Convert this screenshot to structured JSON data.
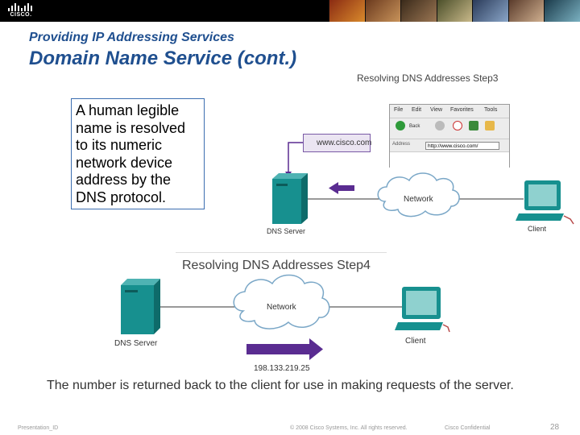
{
  "header": {
    "logo_text": "CISCO."
  },
  "slide": {
    "subtitle": "Providing IP Addressing Services",
    "title": "Domain Name Service (cont.)",
    "description": "A human legible name is resolved to its numeric network device address by the DNS protocol."
  },
  "step3": {
    "title": "Resolving DNS Addresses Step3",
    "query": "www.cisco.com",
    "network_label": "Network",
    "server_label": "DNS Server",
    "client_label": "Client",
    "browser": {
      "menu": [
        "File",
        "Edit",
        "View",
        "Favorites",
        "Tools"
      ],
      "back_label": "Back",
      "address_label": "Address",
      "address_value": "http://www.cisco.com/"
    }
  },
  "step4": {
    "title": "Resolving DNS Addresses Step4",
    "network_label": "Network",
    "server_label": "DNS Server",
    "client_label": "Client",
    "ip_address": "198.133.219.25"
  },
  "bottom_text": "The number is returned back to the client for use in making requests of the server.",
  "footer": {
    "presentation_id": "Presentation_ID",
    "copyright": "© 2008 Cisco Systems, Inc. All rights reserved.",
    "confidential": "Cisco Confidential",
    "page_number": "28"
  },
  "colors": {
    "title": "#1f4f8f",
    "server_teal": "#17908f",
    "arrow_purple": "#5a2c91",
    "cable_red": "#b84a4a"
  }
}
